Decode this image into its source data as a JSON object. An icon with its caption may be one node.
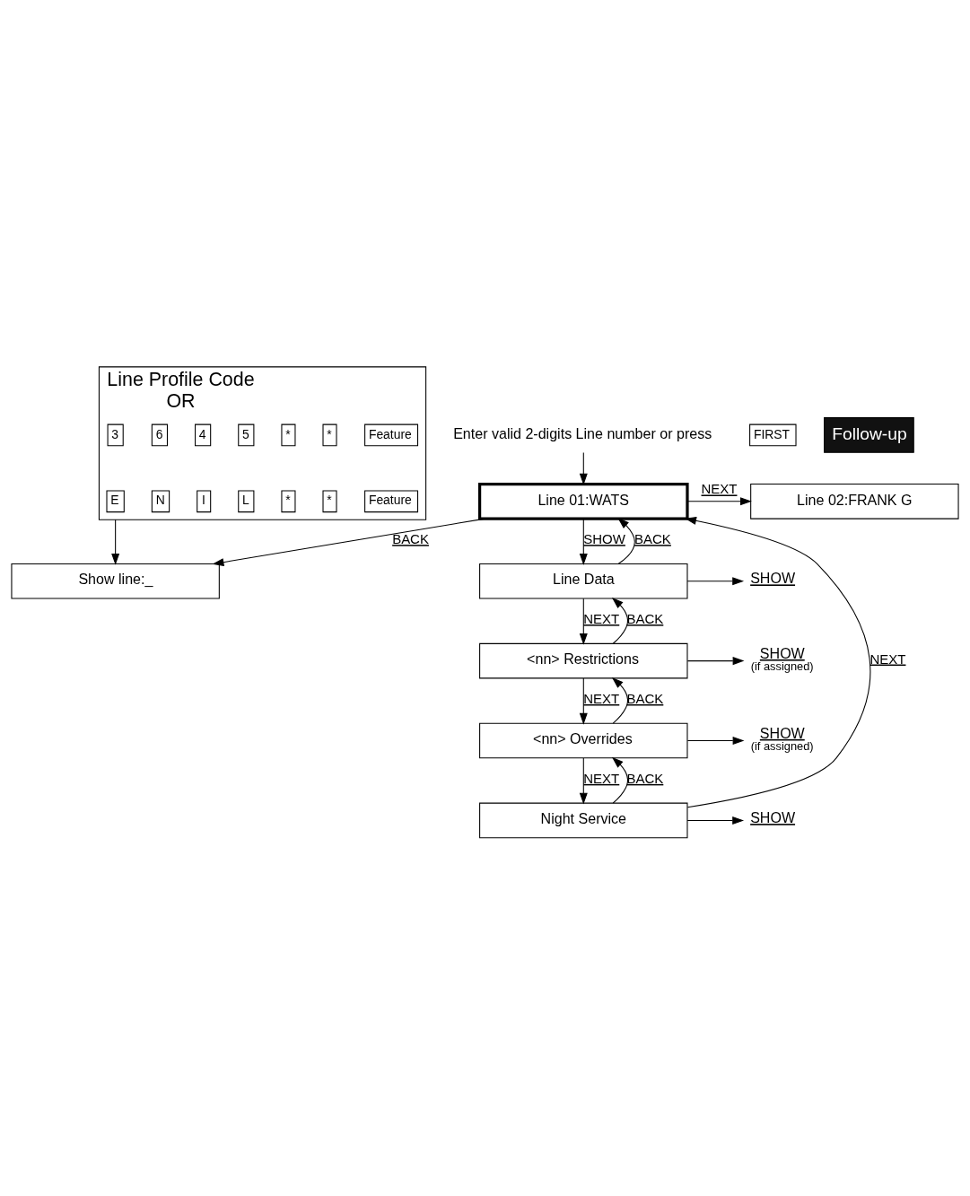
{
  "diagram": {
    "nodes": [
      {
        "text": [
          "Line Profile Code",
          "OR"
        ]
      },
      {
        "text": [
          "Feature"
        ],
        "in": 0
      },
      {
        "text": [
          "*"
        ],
        "in": 0
      },
      {
        "text": [
          "*"
        ],
        "in": 0
      },
      {
        "text": [
          "5"
        ],
        "in": 0
      },
      {
        "text": [
          "4"
        ],
        "in": 0
      },
      {
        "text": [
          "6"
        ],
        "in": 0
      },
      {
        "text": [
          "3"
        ],
        "in": 0
      },
      {
        "text": [
          "Feature"
        ],
        "in": 0
      },
      {
        "text": [
          "*"
        ],
        "in": 0
      },
      {
        "text": [
          "*"
        ],
        "in": 0
      },
      {
        "text": [
          "L"
        ],
        "in": 0
      },
      {
        "text": [
          "I"
        ],
        "in": 0
      },
      {
        "text": [
          "N"
        ],
        "in": 0
      },
      {
        "text": [
          "E"
        ],
        "in": 0
      },
      {
        "text": [
          "Show line:_"
        ]
      },
      {
        "text": [
          "Enter valid 2-digits Line number or press"
        ]
      },
      {
        "text": [
          "FIRST"
        ]
      },
      {
        "text": [
          "Line 01:WATS"
        ]
      },
      {
        "text": [
          "Line 02:FRANK G"
        ]
      },
      {
        "text": [
          "Line Data"
        ]
      },
      {
        "text": [
          "SHOW"
        ]
      },
      {
        "text": [
          "<nn> Restrictions"
        ]
      },
      {
        "text": [
          "SHOW"
        ],
        "beside": [
          "(if assigned)"
        ]
      },
      {
        "text": [
          "<nn> Overrides"
        ]
      },
      {
        "text": [
          "SHOW"
        ],
        "beside": [
          "(if assigned)"
        ]
      },
      {
        "text": [
          "Night Service"
        ]
      },
      {
        "text": [
          "SHOW"
        ]
      },
      {
        "text": [
          "Follow-up"
        ]
      }
    ],
    "edges": [
      {
        "from": 0,
        "to": 15,
        "arrow": "to"
      },
      {
        "from": 16,
        "to": 18,
        "arrow": "to"
      },
      {
        "from": 18,
        "to": 15,
        "arrow": "to",
        "label": "BACK"
      },
      {
        "from": 18,
        "to": 19,
        "arrow": "to",
        "label": "NEXT"
      },
      {
        "from": 18,
        "to": 20,
        "arrow": "to",
        "label": "SHOW"
      },
      {
        "from": 20,
        "to": 18,
        "arrow": "to",
        "label": "BACK"
      },
      {
        "from": 20,
        "to": 21,
        "arrow": "to"
      },
      {
        "from": 20,
        "to": 22,
        "arrow": "to",
        "label": "NEXT"
      },
      {
        "from": 22,
        "to": 20,
        "arrow": "to",
        "label": "BACK"
      },
      {
        "from": 22,
        "to": 23,
        "arrow": "to"
      },
      {
        "from": 22,
        "to": 24,
        "arrow": "to",
        "label": "NEXT"
      },
      {
        "from": 24,
        "to": 22,
        "arrow": "to",
        "label": "BACK"
      },
      {
        "from": 24,
        "to": 25,
        "arrow": "to"
      },
      {
        "from": 24,
        "to": 26,
        "arrow": "to",
        "label": "NEXT"
      },
      {
        "from": 26,
        "to": 24,
        "arrow": "to",
        "label": "BACK"
      },
      {
        "from": 26,
        "to": 27,
        "arrow": "to"
      },
      {
        "from": 26,
        "to": 18,
        "arrow": "to",
        "label": "NEXT"
      }
    ]
  }
}
